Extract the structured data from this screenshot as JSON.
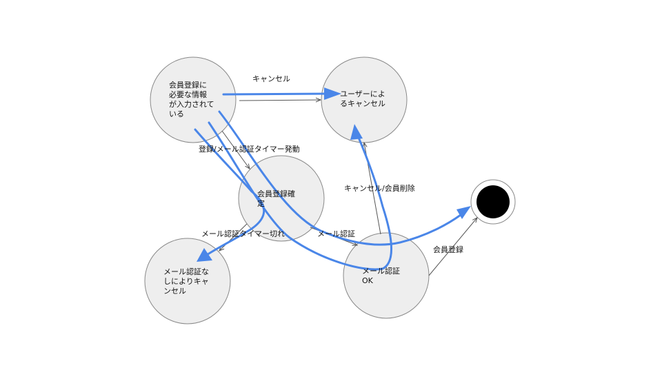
{
  "colors": {
    "node_fill": "#eeeeee",
    "node_stroke": "#888888",
    "thin_arrow": "#555555",
    "highlight": "#4a86e8",
    "final_state": "#000000"
  },
  "nodes": {
    "input_done": "会員登録に\n必要な情報\nが入力されて\nいる",
    "user_cancel": "ユーザーによ\nるキャンセル",
    "registration_confirmed": "会員登録確\n定",
    "no_verify_cancel": "メール認証な\nしによりキャ\nンセル",
    "verify_ok": "メール認証\nOK"
  },
  "edges": {
    "cancel": "キャンセル",
    "register_timer_start": "登録/メール認証タイマー発動",
    "cancel_delete_member": "キャンセル/会員削除",
    "verify_timer_expired": "メール認証タイマー切れ",
    "mail_verify": "メール認証",
    "member_register": "会員登録"
  }
}
